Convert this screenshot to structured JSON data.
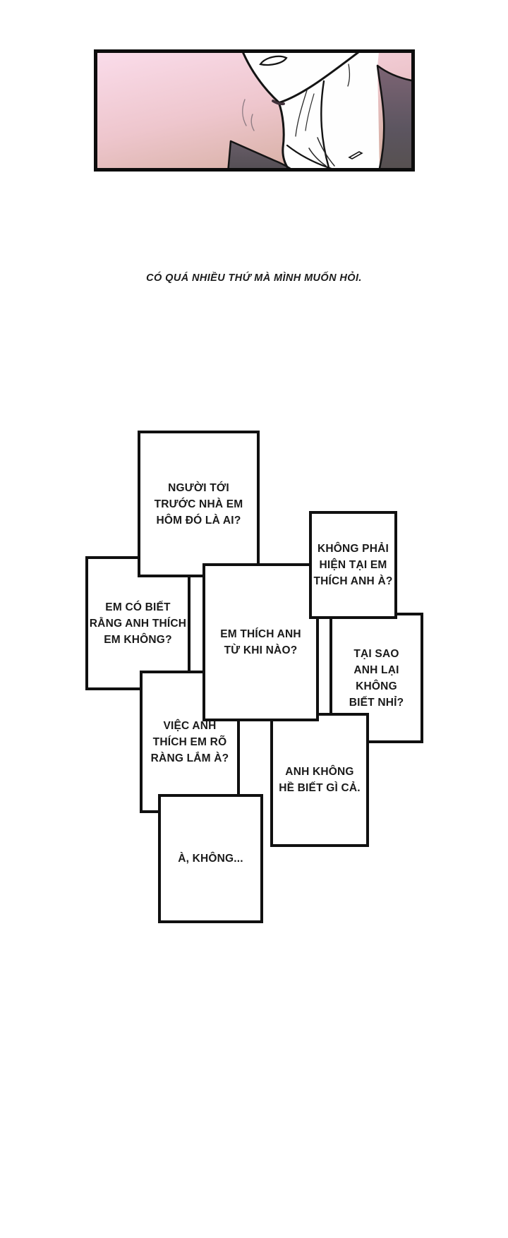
{
  "page": {
    "background_color": "#ffffff",
    "type": "comic-page"
  },
  "caption": {
    "text": "CÓ QUÁ NHIỀU THỨ MÀ MÌNH MUỐN HỎI."
  },
  "panel": {
    "alt": "close-up of a man's chin, neck and white shirt collar with dark suit, pink gradient background",
    "colors": {
      "background_pink": "#fadcea",
      "background_rose": "#ecc5cb",
      "background_tan": "#d8b1a6",
      "suit_purple": "#7d6474",
      "suit_dark": "#565056",
      "skin_white": "#fefefe",
      "line_art": "#141414",
      "border_black": "#0d0d0d"
    }
  },
  "question_boxes": [
    {
      "id": "box-1",
      "text": "NGƯỜI TỚI\nTRƯỚC NHÀ EM\nHÔM ĐÓ LÀ AI?"
    },
    {
      "id": "box-2",
      "text": "KHÔNG PHẢI\nHIỆN TẠI EM\nTHÍCH ANH À?"
    },
    {
      "id": "box-3",
      "text": "EM CÓ BIẾT\nRẰNG ANH THÍCH\nEM KHÔNG?"
    },
    {
      "id": "box-4",
      "text": "EM THÍCH ANH\nTỪ KHI NÀO?"
    },
    {
      "id": "box-5",
      "text": "TẠI SAO\nANH LẠI KHÔNG\nBIẾT NHỈ?"
    },
    {
      "id": "box-6",
      "text": "VIỆC ANH\nTHÍCH EM RÕ\nRÀNG LẮM À?"
    },
    {
      "id": "box-7",
      "text": "ANH KHÔNG\nHỀ BIẾT GÌ CẢ."
    },
    {
      "id": "box-8",
      "text": "À, KHÔNG..."
    }
  ]
}
